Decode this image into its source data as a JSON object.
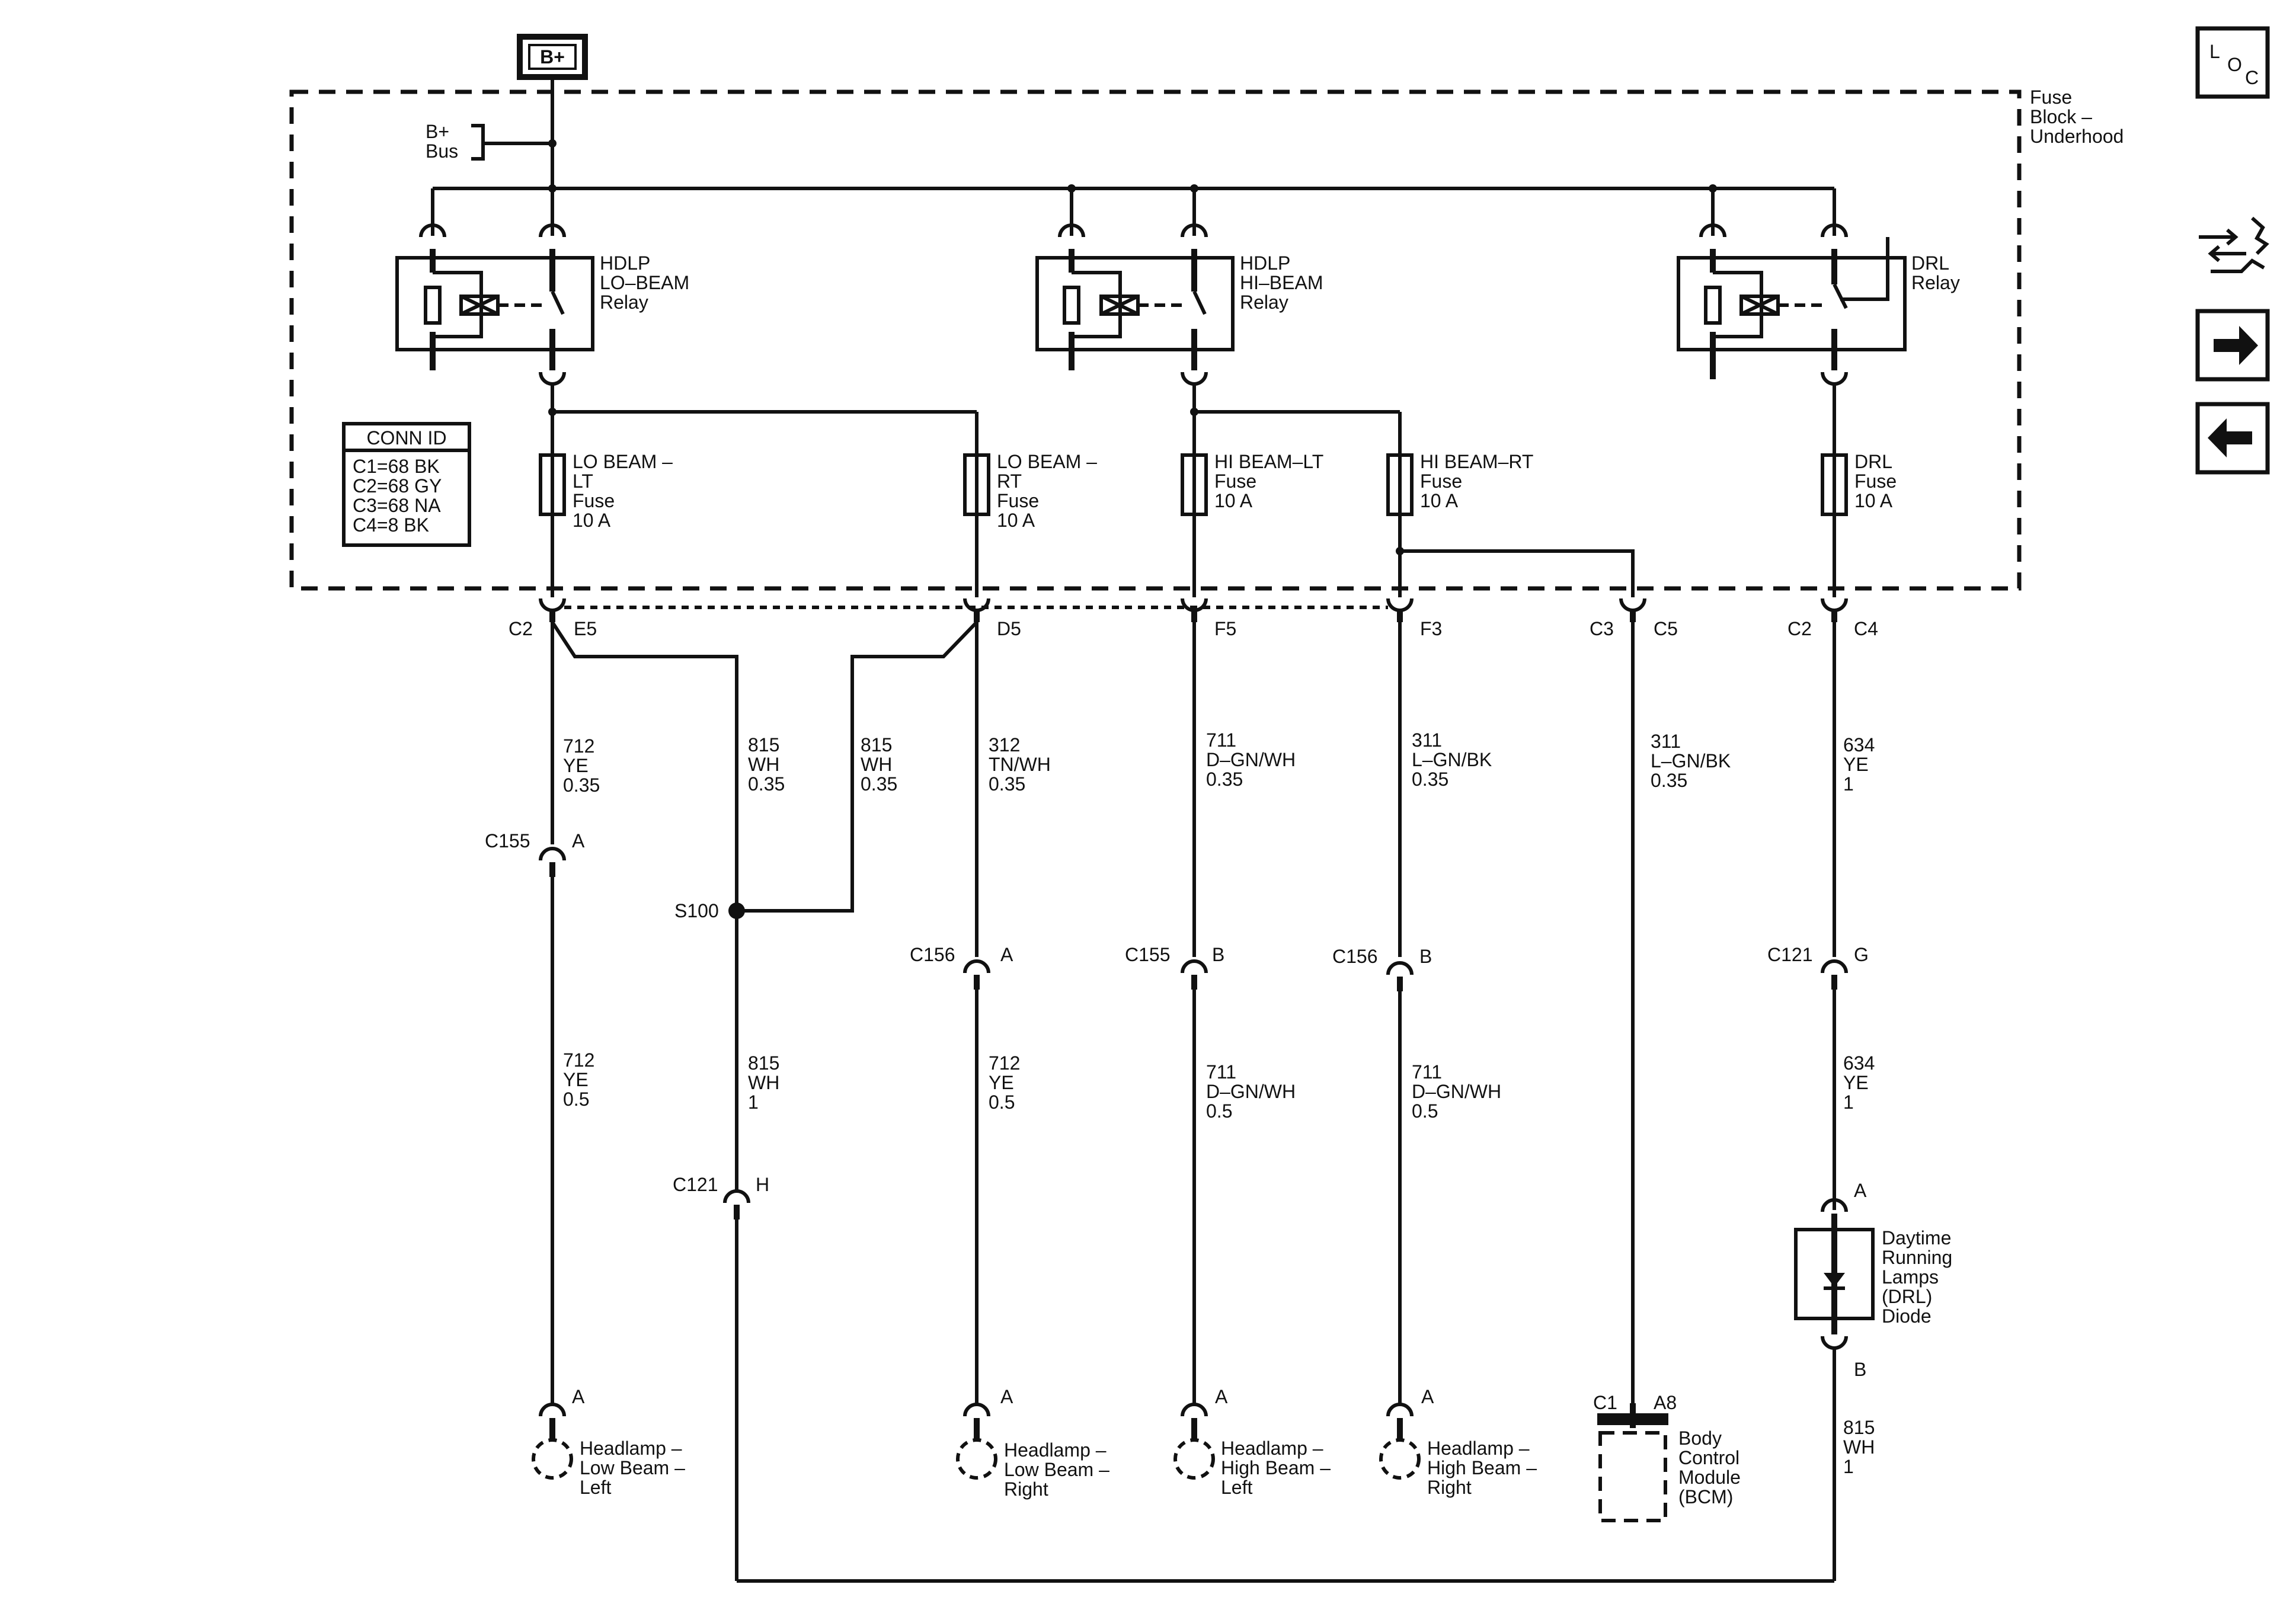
{
  "power": {
    "source": "B+",
    "bus": [
      "B+",
      "Bus"
    ]
  },
  "fuse_block": {
    "label": [
      "Fuse",
      "Block –",
      "Underhood"
    ]
  },
  "relays": [
    {
      "id": "lo",
      "label": [
        "HDLP",
        "LO–BEAM",
        "Relay"
      ]
    },
    {
      "id": "hi",
      "label": [
        "HDLP",
        "HI–BEAM",
        "Relay"
      ]
    },
    {
      "id": "drl",
      "label": [
        "DRL",
        "Relay"
      ]
    }
  ],
  "conn_id": {
    "title": "CONN ID",
    "rows": [
      "C1=68 BK",
      "C2=68 GY",
      "C3=68 NA",
      "C4=8 BK"
    ]
  },
  "fuses": [
    {
      "label": [
        "LO BEAM –",
        "LT",
        "Fuse",
        "10 A"
      ]
    },
    {
      "label": [
        "LO BEAM –",
        "RT",
        "Fuse",
        "10 A"
      ]
    },
    {
      "label": [
        "HI BEAM–LT",
        "Fuse",
        "10 A"
      ]
    },
    {
      "label": [
        "HI BEAM–RT",
        "Fuse",
        "10 A"
      ]
    },
    {
      "label": [
        "DRL",
        "Fuse",
        "10 A"
      ]
    }
  ],
  "block_connectors": [
    {
      "conn": "C2",
      "pin": "E5"
    },
    {
      "conn": "",
      "pin": "D5"
    },
    {
      "conn": "",
      "pin": "F5"
    },
    {
      "conn": "",
      "pin": "F3"
    },
    {
      "conn": "C3",
      "pin": "C5"
    },
    {
      "conn": "C2",
      "pin": "C4"
    }
  ],
  "wires_upper": [
    [
      "712",
      "YE",
      "0.35"
    ],
    [
      "815",
      "WH",
      "0.35"
    ],
    [
      "815",
      "WH",
      "0.35"
    ],
    [
      "312",
      "TN/WH",
      "0.35"
    ],
    [
      "711",
      "D–GN/WH",
      "0.35"
    ],
    [
      "311",
      "L–GN/BK",
      "0.35"
    ],
    [
      "311",
      "L–GN/BK",
      "0.35"
    ],
    [
      "634",
      "YE",
      "1"
    ]
  ],
  "splice": "S100",
  "inline_connectors": [
    {
      "conn": "C155",
      "pin": "A"
    },
    {
      "conn": "C156",
      "pin": "A"
    },
    {
      "conn": "C155",
      "pin": "B"
    },
    {
      "conn": "C156",
      "pin": "B"
    },
    {
      "conn": "C121",
      "pin": "G"
    },
    {
      "conn": "C121",
      "pin": "H"
    }
  ],
  "wires_lower": [
    [
      "712",
      "YE",
      "0.5"
    ],
    [
      "815",
      "WH",
      "1"
    ],
    [
      "712",
      "YE",
      "0.5"
    ],
    [
      "711",
      "D–GN/WH",
      "0.5"
    ],
    [
      "711",
      "D–GN/WH",
      "0.5"
    ],
    [
      "634",
      "YE",
      "1"
    ],
    [
      "815",
      "WH",
      "1"
    ]
  ],
  "diode": {
    "label": [
      "Daytime",
      "Running",
      "Lamps",
      "(DRL)",
      "Diode"
    ],
    "pin_top": "A",
    "pin_bottom": "B"
  },
  "loads": [
    {
      "pin": "A",
      "label": [
        "Headlamp –",
        "Low Beam –",
        "Left"
      ]
    },
    {
      "pin": "A",
      "label": [
        "Headlamp –",
        "Low Beam –",
        "Right"
      ]
    },
    {
      "pin": "A",
      "label": [
        "Headlamp –",
        "High Beam –",
        "Left"
      ]
    },
    {
      "pin": "A",
      "label": [
        "Headlamp –",
        "High Beam –",
        "Right"
      ]
    }
  ],
  "bcm": {
    "conn": "C1",
    "pin": "A8",
    "label": [
      "Body",
      "Control",
      "Module",
      "(BCM)"
    ]
  },
  "nav": {
    "loc_letters": [
      "L",
      "O",
      "C"
    ]
  }
}
